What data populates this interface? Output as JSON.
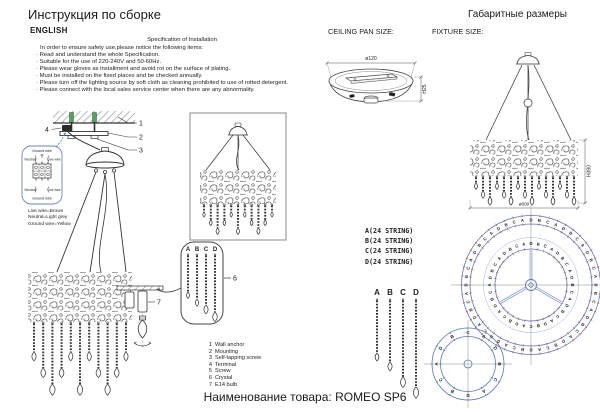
{
  "header": {
    "title": "Инструкция по сборке",
    "dimensions_title": "Габаритные размеры",
    "language": "ENGLISH"
  },
  "specification": {
    "title": "Specification of Installation",
    "intro": "In order to ensure safety use,please notice the following items:",
    "bullets": [
      "Read and understand the whole Specification.",
      "Suitable for the use of 220-240V and 50-60Hz.",
      "Please wear gloves as installment and avoid rot on the surface of plating.",
      "Must be installed on the fixed places and be checked annually.",
      "Please turn off the lighting source by soft cloth as cleaning prohibited to use of rotted detergent.",
      "Please connect with the local sales service center when there are any abnormality."
    ]
  },
  "install": {
    "callouts": {
      "wall_anchor": "1",
      "mounting": "2",
      "self_tapping_screw": "3",
      "terminal": "4",
      "crystal": "6",
      "bulb": "7"
    },
    "terminal_box": {
      "ground_top": "Ground wire",
      "neutral_top": "Neutral",
      "live_top": "Live wire",
      "neutral_bottom": "Neutral",
      "live_bottom": "Live wire",
      "ground_bottom": "Ground wire"
    },
    "wire_legend": [
      "Live wire=Brown",
      "Neutral=Light grey",
      "Ground wire=Yellow"
    ]
  },
  "ceiling_pan": {
    "title": "CEILING PAN SIZE:",
    "diameter": "ø120",
    "height": "H25"
  },
  "fixture": {
    "title": "FIXTURE SIZE:",
    "height": "H390",
    "diameter": "ø600"
  },
  "strings": {
    "types": [
      "A(24 STRING)",
      "B(24 STRING)",
      "C(24 STRING)",
      "D(24 STRING)"
    ],
    "columns": [
      "A",
      "B",
      "C",
      "D"
    ]
  },
  "parts": [
    {
      "num": "1",
      "name": "Wall anchor"
    },
    {
      "num": "2",
      "name": "Mounting"
    },
    {
      "num": "3",
      "name": "Self-tapping screw"
    },
    {
      "num": "4",
      "name": "Terminal"
    },
    {
      "num": "5",
      "name": "Screw"
    },
    {
      "num": "6",
      "name": "Crystal"
    },
    {
      "num": "7",
      "name": "E14 bulb"
    }
  ],
  "product": {
    "label": "Наименование товара:",
    "name": "ROMEO SP6"
  },
  "ring_diagram": {
    "large": {
      "outer": {
        "count": 48,
        "pattern": [
          "D",
          "B",
          "C",
          "A"
        ]
      },
      "inner": {
        "count": 36,
        "pattern": [
          "D",
          "B",
          "C",
          "A"
        ]
      }
    },
    "small": {
      "count": 12,
      "pattern": [
        "C",
        "A",
        "D",
        "B"
      ]
    },
    "colors": {
      "ring": "#5b79b8",
      "letter": "#1e2f63",
      "tick": "#c84b5a",
      "crosshair": "#a9b5a9",
      "spoke": "#7b93c4"
    }
  }
}
